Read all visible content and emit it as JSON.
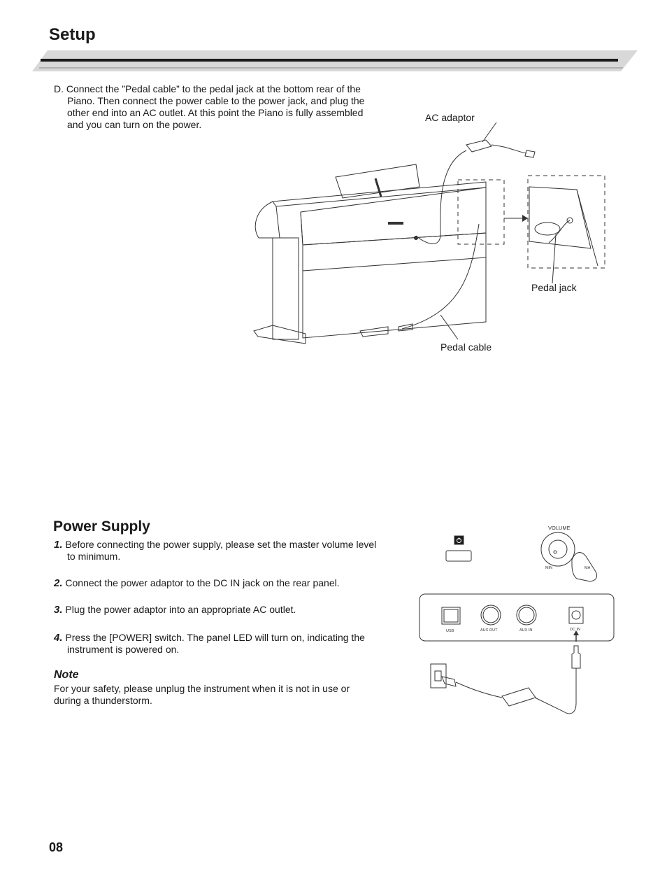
{
  "page": {
    "title": "Setup",
    "number": "08"
  },
  "setup": {
    "step_d": "D. Connect the ”Pedal cable” to the pedal jack at the bottom rear of the Piano. Then connect the power cable to the power jack, and plug the other end into an AC outlet. At this point the Piano is fully assembled and you can turn on the power.",
    "labels": {
      "ac_adaptor": "AC adaptor",
      "pedal_jack": "Pedal jack",
      "pedal_cable": "Pedal cable"
    }
  },
  "power_supply": {
    "title": "Power Supply",
    "steps": [
      {
        "num": "1.",
        "text": "Before connecting the power supply, please set the master volume level to minimum."
      },
      {
        "num": "2.",
        "text": "Connect the power adaptor to the DC IN jack on the rear panel."
      },
      {
        "num": "3.",
        "text": "Plug the power adaptor into an appropriate AC outlet."
      },
      {
        "num": "4.",
        "text": "Press the [POWER] switch. The panel LED will turn on, indicating the instrument is powered on."
      }
    ],
    "note": {
      "title": "Note",
      "text": "For your safety, please unplug the instrument when it is not in use or during a thunderstorm."
    },
    "diagram": {
      "volume": "VOLUME",
      "min": "MIN",
      "max": "MA",
      "jacks": [
        "USB",
        "AUX OUT",
        "AUX IN",
        "DC IN"
      ]
    }
  }
}
